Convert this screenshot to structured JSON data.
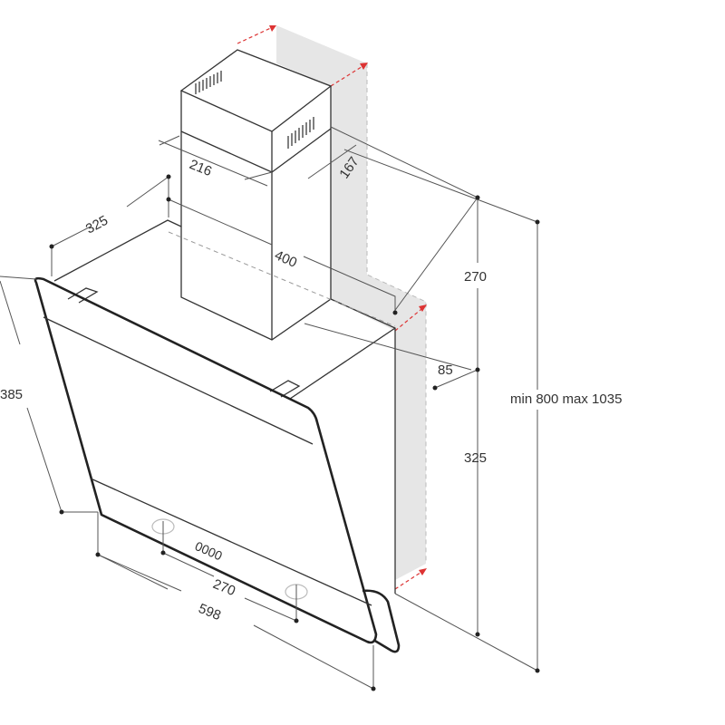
{
  "dimensions": {
    "chimney_width": "216",
    "chimney_depth": "167",
    "hood_depth": "325",
    "chimney_to_wall": "400",
    "upper_height": "270",
    "wall_offset": "85",
    "total_height": "min 800 max 1035",
    "lower_height": "325",
    "panel_height": "385",
    "controls_width": "270",
    "hood_width": "598"
  },
  "control_panel_display": "0000",
  "colors": {
    "wall": "#e6e6e6",
    "arrow": "#dd3333",
    "line": "#333333"
  }
}
